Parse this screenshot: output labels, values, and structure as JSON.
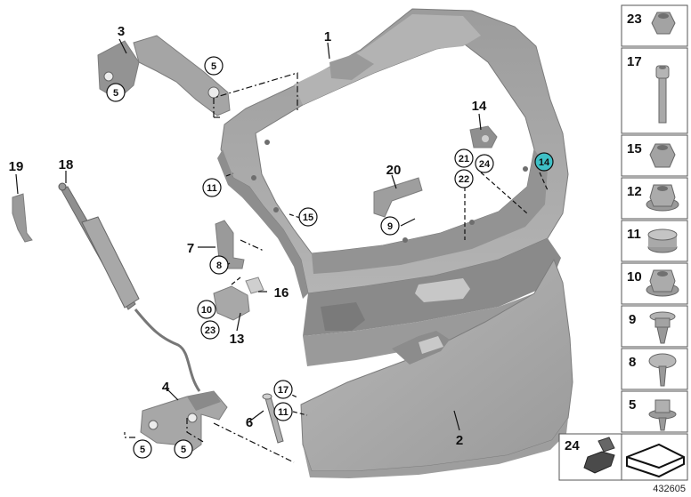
{
  "callouts": {
    "c1": "1",
    "c2": "2",
    "c3": "3",
    "c4": "4",
    "c5a": "5",
    "c5b": "5",
    "c5c": "5",
    "c5d": "5",
    "c6": "6",
    "c7": "7",
    "c8": "8",
    "c9": "9",
    "c10": "10",
    "c11a": "11",
    "c11b": "11",
    "c13": "13",
    "c14a": "14",
    "c14b": "14",
    "c15": "15",
    "c16": "16",
    "c17": "17",
    "c18": "18",
    "c19": "19",
    "c20": "20",
    "c21": "21",
    "c22": "22",
    "c23": "23",
    "c24": "24"
  },
  "side_panel": {
    "items": [
      "23",
      "17",
      "15",
      "12",
      "11",
      "10",
      "9",
      "8",
      "5"
    ],
    "bottom_left": "24"
  },
  "reference_number": "432605",
  "colors": {
    "part_fill": "#a9a9a9",
    "part_dark": "#8c8c8c",
    "highlight_callout": "#3fc0c6"
  }
}
